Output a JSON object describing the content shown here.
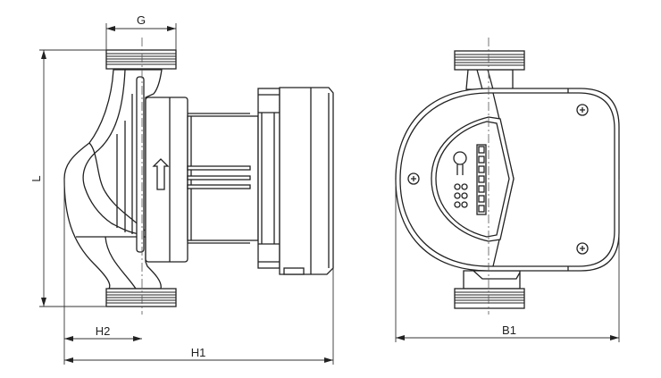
{
  "labels": {
    "G": "G",
    "L": "L",
    "H2": "H2",
    "H1": "H1",
    "B1": "B1"
  },
  "colors": {
    "line": "#222222",
    "background": "#ffffff"
  }
}
